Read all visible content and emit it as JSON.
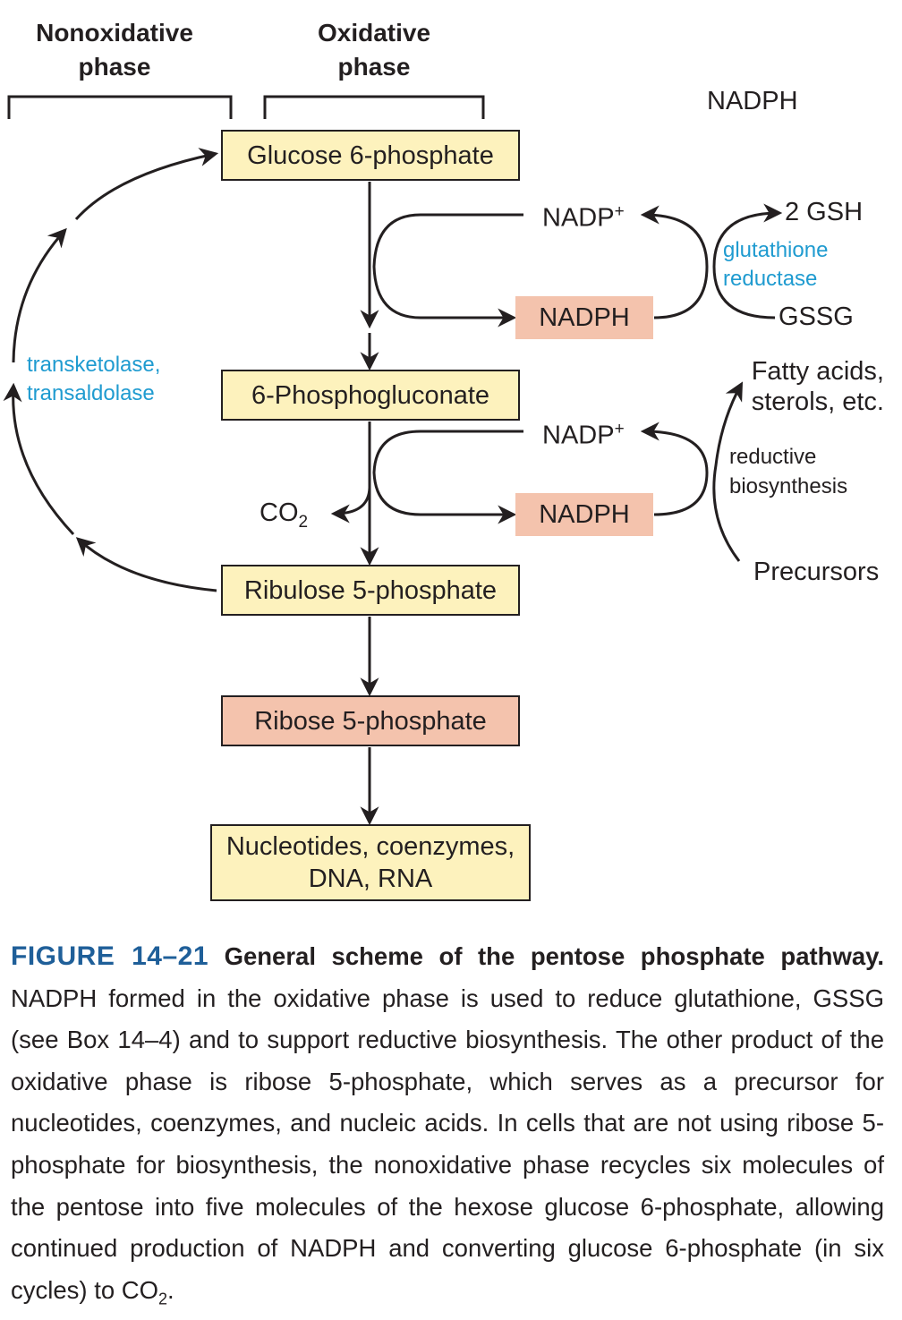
{
  "phases": {
    "nonoxidative": [
      "Nonoxidative",
      "phase"
    ],
    "oxidative": [
      "Oxidative",
      "phase"
    ]
  },
  "nadph_header": "NADPH",
  "boxes": {
    "g6p": "Glucose 6-phosphate",
    "pg6": "6-Phosphogluconate",
    "ru5p": "Ribulose 5-phosphate",
    "r5p": "Ribose 5-phosphate",
    "products": [
      "Nucleotides, coenzymes,",
      "DNA, RNA"
    ]
  },
  "cofactors": {
    "nadp1": "NADP",
    "nadp2": "NADP",
    "plus": "+",
    "nadph1": "NADPH",
    "nadph2": "NADPH",
    "co2": "CO",
    "co2_sub": "2"
  },
  "right_side": {
    "gsh": "2 GSH",
    "gssg": "GSSG",
    "enzyme_gr": [
      "glutathione",
      "reductase"
    ],
    "fatty": [
      "Fatty acids,",
      "sterols, etc."
    ],
    "reductive": [
      "reductive",
      "biosynthesis"
    ],
    "precursors": "Precursors"
  },
  "left_side": {
    "enzymes": [
      "transketolase,",
      "transaldolase"
    ]
  },
  "caption": {
    "label": "FIGURE 14–21",
    "title": "General scheme of the pentose phosphate pathway.",
    "body": "NADPH formed in the oxidative phase is used to reduce glutathione, GSSG (see Box 14–4) and to support reductive biosynthesis. The other product of the oxidative phase is ribose 5-phosphate, which serves as a precursor for nucleotides, coenzymes, and nucleic acids. In cells that are not using ribose 5-phosphate for biosynthesis, the nonoxidative phase recycles six molecules of the pentose into five molecules of the hexose glucose 6-phosphate, allowing continued production of NADPH and converting glucose 6-phosphate (in six cycles) to CO",
    "body_sub": "2",
    "body_end": "."
  },
  "colors": {
    "yellow_box": "#fdf2bd",
    "pink_box": "#f4c3ad",
    "enzyme_blue": "#1f9bd0",
    "figure_label_blue": "#1f5f99"
  }
}
